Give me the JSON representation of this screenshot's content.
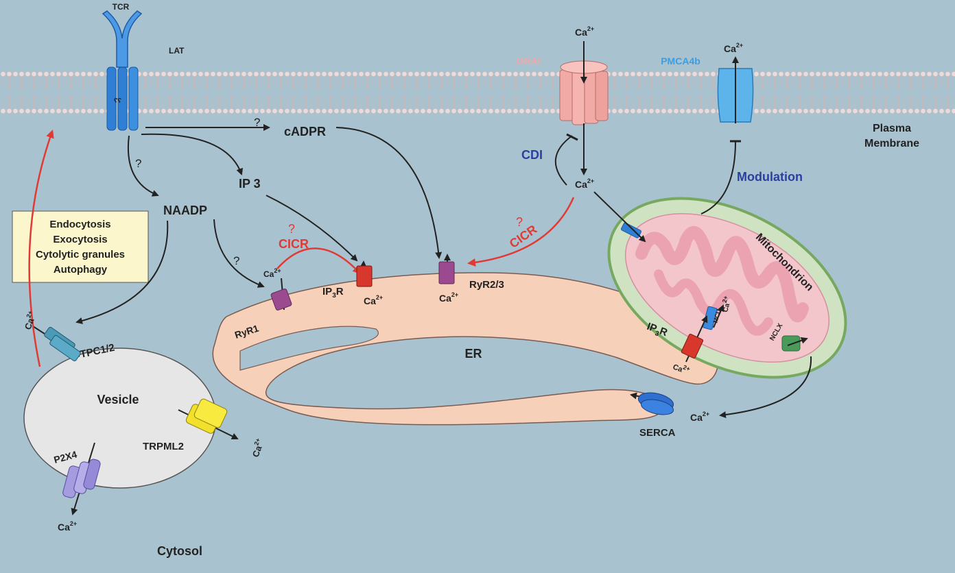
{
  "receptors": {
    "tcr": "TCR",
    "lat": "LAT",
    "orai": "ORAI",
    "pmca": "PMCA4b"
  },
  "membrane": {
    "label_line1": "Plasma",
    "label_line2": "Membrane"
  },
  "messengers": {
    "cadpr": "cADPR",
    "ip3": "IP 3",
    "naadp": "NAADP"
  },
  "unknown_mark": "?",
  "calcium": {
    "symbol": "Ca",
    "charge": "2+"
  },
  "processes": {
    "cdi": "CDI",
    "cicr": "CICR",
    "modulation": "Modulation"
  },
  "info_box": {
    "line1": "Endocytosis",
    "line2": "Exocytosis",
    "line3": "Cytolytic granules",
    "line4": "Autophagy"
  },
  "organelles": {
    "er": "ER",
    "mitochondrion": "Mitochondrion",
    "vesicle": "Vesicle",
    "cytosol": "Cytosol"
  },
  "channels": {
    "ryr1": "RyR1",
    "ip3r_main": "IP",
    "ip3r_sub": "3",
    "ip3r_end": "R",
    "ryr23": "RyR2/3",
    "tpc": "TPC1/2",
    "trpml": "TRPML2",
    "p2x4": "P2X4",
    "serca": "SERCA",
    "mcu": "MCU",
    "nclx": "NCLX"
  },
  "colors": {
    "background": "#a9c2cf",
    "black_arrow": "#222222",
    "red_arrow": "#e03a35",
    "blue_label": "#2b3f9e",
    "orai_label": "#f0a8a8",
    "pmca_label": "#3a9ee0",
    "er_fill": "#f6d0b8",
    "mito_outer": "#cfe3c2",
    "mito_inner": "#f0b8c2"
  }
}
